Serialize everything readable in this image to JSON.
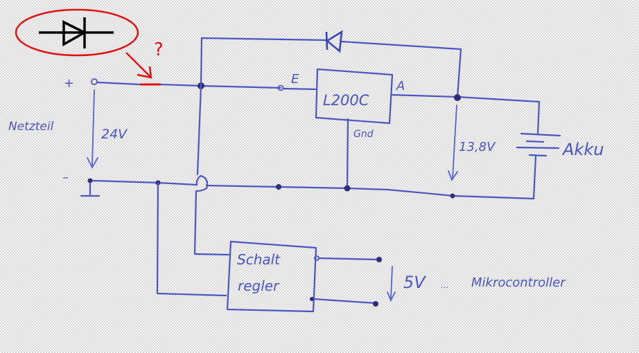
{
  "colors": {
    "ink": "#4a55c0",
    "node": "#2e2e7a",
    "annotation": "#e01010",
    "symbol": "#000000"
  },
  "annotation": {
    "symbol_icon": "diode-icon",
    "question_mark": "?"
  },
  "power_supply": {
    "label": "Netzteil",
    "plus": "+",
    "minus": "–",
    "voltage": "24V"
  },
  "regulator": {
    "name": "L200C",
    "pin_in": "E",
    "pin_out": "A",
    "pin_gnd": "Gnd"
  },
  "battery": {
    "label": "Akku",
    "voltage": "13,8V"
  },
  "switching_regulator": {
    "line1": "Schalt",
    "line2": "regler"
  },
  "output": {
    "voltage": "5V",
    "dots": "...",
    "load": "Mikrocontroller"
  }
}
